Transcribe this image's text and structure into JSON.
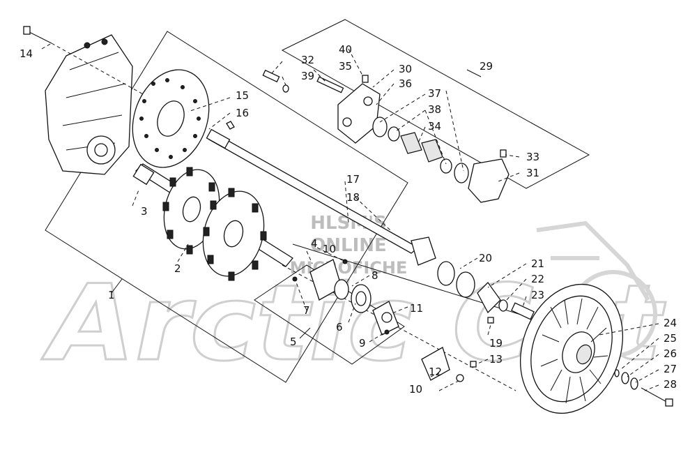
{
  "watermark": {
    "line1": "HLSM'S",
    "line2": "ONLINE",
    "line3": "MICROFICHE",
    "brand": "Arctic Cat"
  },
  "callouts": [
    "1",
    "2",
    "3",
    "4",
    "5",
    "6",
    "7",
    "8",
    "9",
    "10",
    "10",
    "11",
    "12",
    "13",
    "14",
    "15",
    "16",
    "17",
    "18",
    "19",
    "20",
    "21",
    "22",
    "23",
    "24",
    "25",
    "26",
    "27",
    "28",
    "29",
    "30",
    "31",
    "32",
    "33",
    "34",
    "35",
    "36",
    "37",
    "38",
    "39",
    "40"
  ],
  "colors": {
    "line": "#111111",
    "watermark": "#bdbdbd"
  }
}
